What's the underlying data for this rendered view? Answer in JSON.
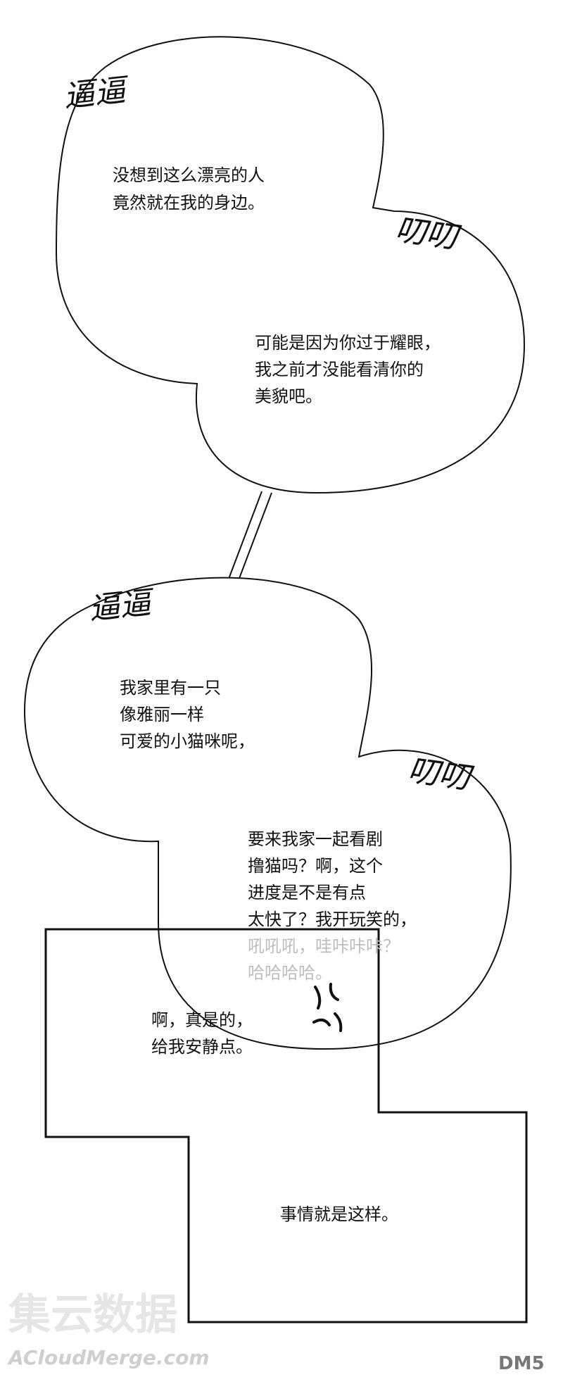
{
  "bubble1": {
    "sfx": "逼逼",
    "lines": [
      "没想到这么漂亮的人",
      "竟然就在我的身边。"
    ]
  },
  "bubble2": {
    "sfx": "叨叨",
    "lines": [
      "可能是因为你过于耀眼，",
      "我之前才没能看清你的",
      "美貌吧。"
    ]
  },
  "bubble3": {
    "sfx": "逼逼",
    "lines": [
      "我家里有一只",
      "像雅丽一样",
      "可爱的小猫咪呢，"
    ]
  },
  "bubble4": {
    "sfx": "叨叨",
    "lines": [
      "要来我家一起看剧",
      "撸猫吗？啊，这个",
      "进度是不是有点",
      "太快了？我开玩笑的，"
    ],
    "faded_lines": [
      "吼吼吼，哇咔咔咔？",
      "哈哈哈哈。"
    ]
  },
  "box": {
    "lines": [
      "啊，真是的，",
      "给我安静点。"
    ],
    "caption": "事情就是这样。"
  },
  "watermark": {
    "title": "集云数据",
    "subtitle": "ACloudMerge.com",
    "logo": "DM5"
  }
}
